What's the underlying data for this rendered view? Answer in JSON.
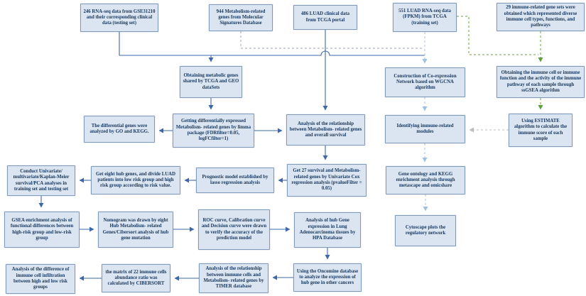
{
  "flowchart": {
    "boxes": [
      {
        "label": "246 RNA-seq data from GSE31210 and their corresponding clinical data (testing set)"
      },
      {
        "label": "944 Metabolism-related genes from Molecular Signatures Database"
      },
      {
        "label": "486 LUAD clinical data from TCGA portal"
      },
      {
        "label": "551 LUAD RNA-seq data (FPKM) from TCGA (training set)"
      },
      {
        "label": "29 immune-related gene sets were obtained which represented diverse immune cell types, functions, and pathways"
      },
      {
        "label": "Obtaining metabolic genes shared by TCGA and GEO dataSets"
      },
      {
        "label": "Construction of Co-expression Network based on WGCNA algorithm"
      },
      {
        "label": "Obtaining the immune cell or immune function and the activity of the immune pathway of each sample through ssGSEA algorithm"
      },
      {
        "label": "The differential genes were analyzed by GO and KEGG."
      },
      {
        "label": "Getting differentially expressed Metabolism- related genes by limma package (FDRfilter=0.05, logFCfilter=1)"
      },
      {
        "label": "Analysis of the relationship between Metabolism- related genes and overall survival"
      },
      {
        "label": "Identifying immune-related modules"
      },
      {
        "label": "Using ESTIMATE algorithm to calculate the immune score of each sample"
      },
      {
        "label": "Conduct Univariate/ multivariate/Kaplan-Meier survival/PCA analyses in training set and testing set"
      },
      {
        "label": "Get eight hub genes, and divide LUAD patients into low risk group and high risk group according to risk value."
      },
      {
        "label": "Prognostic model established by lasso regression analysis"
      },
      {
        "label": "Get 27 survival and Metabolism- related genes by Univariate Cox regression analysis (pvalueFilter = 0.05)"
      },
      {
        "label": "Gene ontology and KEGG enrichment analysis through metascape and omicshare"
      },
      {
        "label": "GSEA enrichment analysis of functional differences between high-risk group and low-risk group"
      },
      {
        "label": "Nomogram was drawn by eight Hub Metabolism- related Genes/Cibersort analysis of hub gene mutation"
      },
      {
        "label": "ROC curve, Calibration curve and Decision curve were drawn to verify the accuracy of the prediction model"
      },
      {
        "label": "Analysis of hub Gene expression in Lung Adenocarcinoma tissues by HPA Database"
      },
      {
        "label": "Cytoscape plots the regulatory network"
      },
      {
        "label": "Analysis of the difference of immune cell infiltration between high and low risk groups"
      },
      {
        "label": "the matrix of 22 immune cells abundance ratio was calculated by CIBERSORT"
      },
      {
        "label": "Analysis of the relationship between immune cells and Metabolism- related genes by TIMER database"
      },
      {
        "label": "Using the Oncomine database to analyze the expression of hub gene in other cancers"
      }
    ],
    "colors": {
      "box_fill": "#dbe5f1",
      "box_border": "#7f99b8",
      "text": "#17365d",
      "solid_arrow": "#3e68a8",
      "dashed_light_blue": "#a8c0da",
      "dashed_gray_blue": "#93a5bd",
      "dashed_gray": "#bdbdbd",
      "dashed_green": "#6aa63a"
    }
  }
}
